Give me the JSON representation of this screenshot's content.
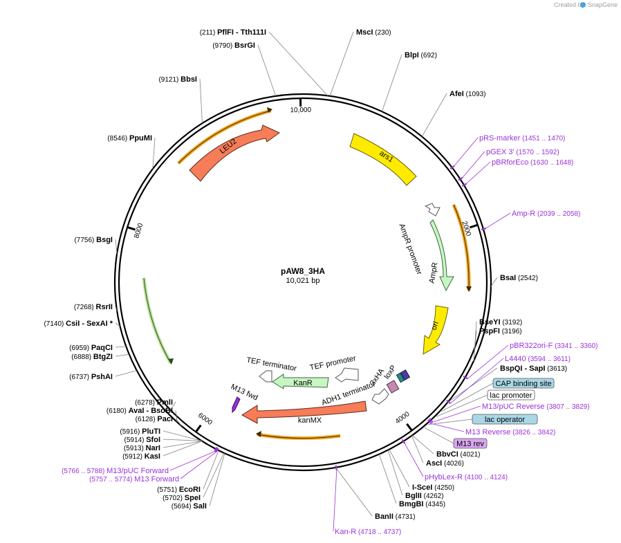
{
  "brand": {
    "created_by": "Created by",
    "app": "SnapGene"
  },
  "plasmid": {
    "name": "pAW8_3HA",
    "length_label": "10,021 bp",
    "length": 10021
  },
  "ticks": [
    {
      "bp": 2000,
      "label": "2000"
    },
    {
      "bp": 4000,
      "label": "4000"
    },
    {
      "bp": 6000,
      "label": "6000"
    },
    {
      "bp": 8000,
      "label": "8000"
    },
    {
      "bp": 10000,
      "label": "10,000"
    }
  ],
  "enzymes": [
    {
      "bp": 211,
      "name": "PflFI",
      "extra": "- Tth111I",
      "pos": "(211)",
      "side": "left"
    },
    {
      "bp": 230,
      "name": "MscI",
      "extra": "",
      "pos": "(230)",
      "side": "right"
    },
    {
      "bp": 9790,
      "name": "BsrGI",
      "extra": "",
      "pos": "(9790)",
      "side": "left"
    },
    {
      "bp": 692,
      "name": "BlpI",
      "extra": "",
      "pos": "(692)",
      "side": "right"
    },
    {
      "bp": 9121,
      "name": "BbsI",
      "extra": "",
      "pos": "(9121)",
      "side": "left"
    },
    {
      "bp": 1093,
      "name": "AfeI",
      "extra": "",
      "pos": "(1093)",
      "side": "right"
    },
    {
      "bp": 8546,
      "name": "PpuMI",
      "extra": "",
      "pos": "(8546)",
      "side": "left"
    },
    {
      "bp": 7756,
      "name": "BsgI",
      "extra": "",
      "pos": "(7756)",
      "side": "left"
    },
    {
      "bp": 2542,
      "name": "BsaI",
      "extra": "",
      "pos": "(2542)",
      "side": "right"
    },
    {
      "bp": 7268,
      "name": "RsrII",
      "extra": "",
      "pos": "(7268)",
      "side": "left"
    },
    {
      "bp": 7140,
      "name": "CsiI",
      "extra": "- SexAI *",
      "pos": "(7140)",
      "side": "left"
    },
    {
      "bp": 6959,
      "name": "PaqCI",
      "extra": "",
      "pos": "(6959)",
      "side": "left"
    },
    {
      "bp": 6888,
      "name": "BtgZI",
      "extra": "",
      "pos": "(6888)",
      "side": "left"
    },
    {
      "bp": 6737,
      "name": "PshAI",
      "extra": "",
      "pos": "(6737)",
      "side": "left"
    },
    {
      "bp": 3192,
      "name": "BseYI",
      "extra": "",
      "pos": "(3192)",
      "side": "right"
    },
    {
      "bp": 3196,
      "name": "PspFI",
      "extra": "",
      "pos": "(3196)",
      "side": "right"
    },
    {
      "bp": 3613,
      "name": "BspQI",
      "extra": "- SapI",
      "pos": "(3613)",
      "side": "right"
    },
    {
      "bp": 6278,
      "name": "PmlI",
      "extra": "",
      "pos": "(6278)",
      "side": "left"
    },
    {
      "bp": 6180,
      "name": "AvaI",
      "extra": "- BsoBI",
      "pos": "(6180)",
      "side": "left"
    },
    {
      "bp": 6128,
      "name": "PacI",
      "extra": "",
      "pos": "(6128)",
      "side": "left"
    },
    {
      "bp": 5916,
      "name": "PluTI",
      "extra": "",
      "pos": "(5916)",
      "side": "left"
    },
    {
      "bp": 5914,
      "name": "SfoI",
      "extra": "",
      "pos": "(5914)",
      "side": "left"
    },
    {
      "bp": 5913,
      "name": "NarI",
      "extra": "",
      "pos": "(5913)",
      "side": "left"
    },
    {
      "bp": 5912,
      "name": "KasI",
      "extra": "",
      "pos": "(5912)",
      "side": "left"
    },
    {
      "bp": 5751,
      "name": "EcoRI",
      "extra": "",
      "pos": "(5751)",
      "side": "left"
    },
    {
      "bp": 5702,
      "name": "SpeI",
      "extra": "",
      "pos": "(5702)",
      "side": "left"
    },
    {
      "bp": 5694,
      "name": "SalI",
      "extra": "",
      "pos": "(5694)",
      "side": "left"
    },
    {
      "bp": 4021,
      "name": "BbvCI",
      "extra": "",
      "pos": "(4021)",
      "side": "right"
    },
    {
      "bp": 4026,
      "name": "AscI",
      "extra": "",
      "pos": "(4026)",
      "side": "right"
    },
    {
      "bp": 4250,
      "name": "I-SceI",
      "extra": "",
      "pos": "(4250)",
      "side": "right"
    },
    {
      "bp": 4262,
      "name": "BglII",
      "extra": "",
      "pos": "(4262)",
      "side": "right"
    },
    {
      "bp": 4345,
      "name": "BmgBI",
      "extra": "",
      "pos": "(4345)",
      "side": "right"
    },
    {
      "bp": 4731,
      "name": "BanII",
      "extra": "",
      "pos": "(4731)",
      "side": "right"
    }
  ],
  "primers": [
    {
      "name": "pRS-marker",
      "range": "(1451 .. 1470)"
    },
    {
      "name": "pGEX 3'",
      "range": "(1570 .. 1592)"
    },
    {
      "name": "pBRforEco",
      "range": "(1630 .. 1648)"
    },
    {
      "name": "Amp-R",
      "range": "(2039 .. 2058)"
    },
    {
      "name": "pBR322ori-F",
      "range": "(3341 .. 3360)"
    },
    {
      "name": "L4440",
      "range": "(3594 .. 3611)"
    },
    {
      "name": "M13/pUC Reverse",
      "range": "(3807 .. 3829)"
    },
    {
      "name": "M13 Reverse",
      "range": "(3826 .. 3842)"
    },
    {
      "name": "pHybLex-R",
      "range": "(4100 .. 4124)"
    },
    {
      "name": "Kan-R",
      "range": "(4718 .. 4737)"
    },
    {
      "name": "M13/pUC Forward",
      "range": "(5766 .. 5788)"
    },
    {
      "name": "M13 Forward",
      "range": "(5757 .. 5774)"
    }
  ],
  "boxed_features": [
    {
      "name": "CAP binding site",
      "color": "#a9d7e6"
    },
    {
      "name": "lac promoter",
      "color": "#ffffff"
    },
    {
      "name": "lac operator",
      "color": "#a9d7e6"
    },
    {
      "name": "M13 rev",
      "color": "#d9a6f0"
    }
  ],
  "features": [
    {
      "name": "LEU2",
      "color": "#f77c58"
    },
    {
      "name": "ars1",
      "color": "#ffeb00"
    },
    {
      "name": "AmpR promoter",
      "color": "#ffffff"
    },
    {
      "name": "AmpR",
      "color": "#c7f5c4"
    },
    {
      "name": "ori",
      "color": "#ffeb00"
    },
    {
      "name": "TEF terminator",
      "color": "#ffffff"
    },
    {
      "name": "TEF promoter",
      "color": "#ffffff"
    },
    {
      "name": "KanR",
      "color": "#c7f5c4"
    },
    {
      "name": "3xHA",
      "color": "#2a8a8a"
    },
    {
      "name": "loxP",
      "color": "#4a3fa0"
    },
    {
      "name": "ADH1 terminator",
      "color": "#ffffff"
    },
    {
      "name": "kanMX",
      "color": "#f77c58"
    },
    {
      "name": "M13 fwd",
      "color": "#9b30d9"
    }
  ],
  "colors": {
    "primer": "#9b30d9",
    "backbone": "#000000",
    "orf_highlight": "#f5a623",
    "green_orf": "#7ac143"
  }
}
